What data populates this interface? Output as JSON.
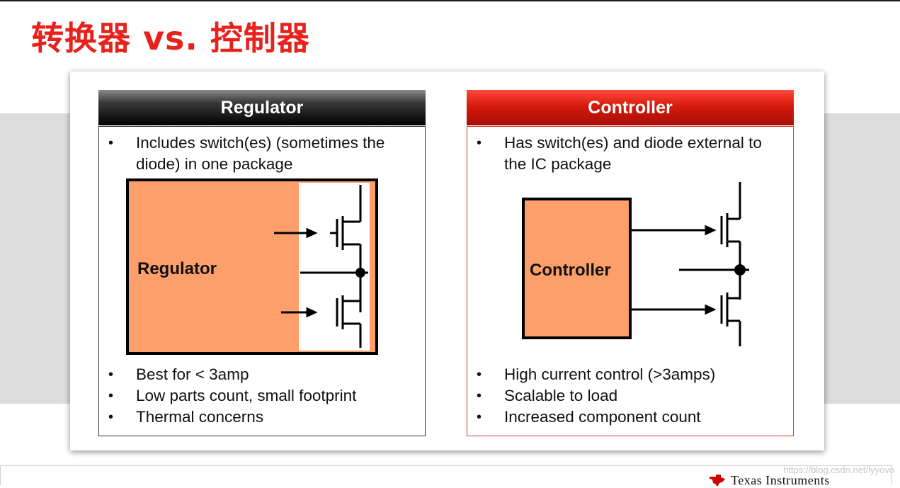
{
  "title": "转换器 vs. 控制器",
  "panels": {
    "left": {
      "header": "Regulator",
      "top_bullets": [
        "Includes switch(es) (sometimes the diode) in one package"
      ],
      "diagram_label": "Regulator",
      "bottom_bullets": [
        "Best for < 3amp",
        "Low parts count, small footprint",
        "Thermal concerns"
      ]
    },
    "right": {
      "header": "Controller",
      "top_bullets": [
        "Has switch(es) and diode external to the IC package"
      ],
      "diagram_label": "Controller",
      "bottom_bullets": [
        "High current control (>3amps)",
        "Scalable to load",
        "Increased component count"
      ]
    }
  },
  "footer": {
    "logo_text": "Texas Instruments",
    "logo_icon": "texas-instruments-logo-icon",
    "watermark": "https://blog.csdn.net/lyyovo"
  },
  "colors": {
    "title": "#e8211b",
    "block_fill": "#fc9f6a",
    "controller_header": "#d61a0e",
    "regulator_header": "#000000"
  }
}
